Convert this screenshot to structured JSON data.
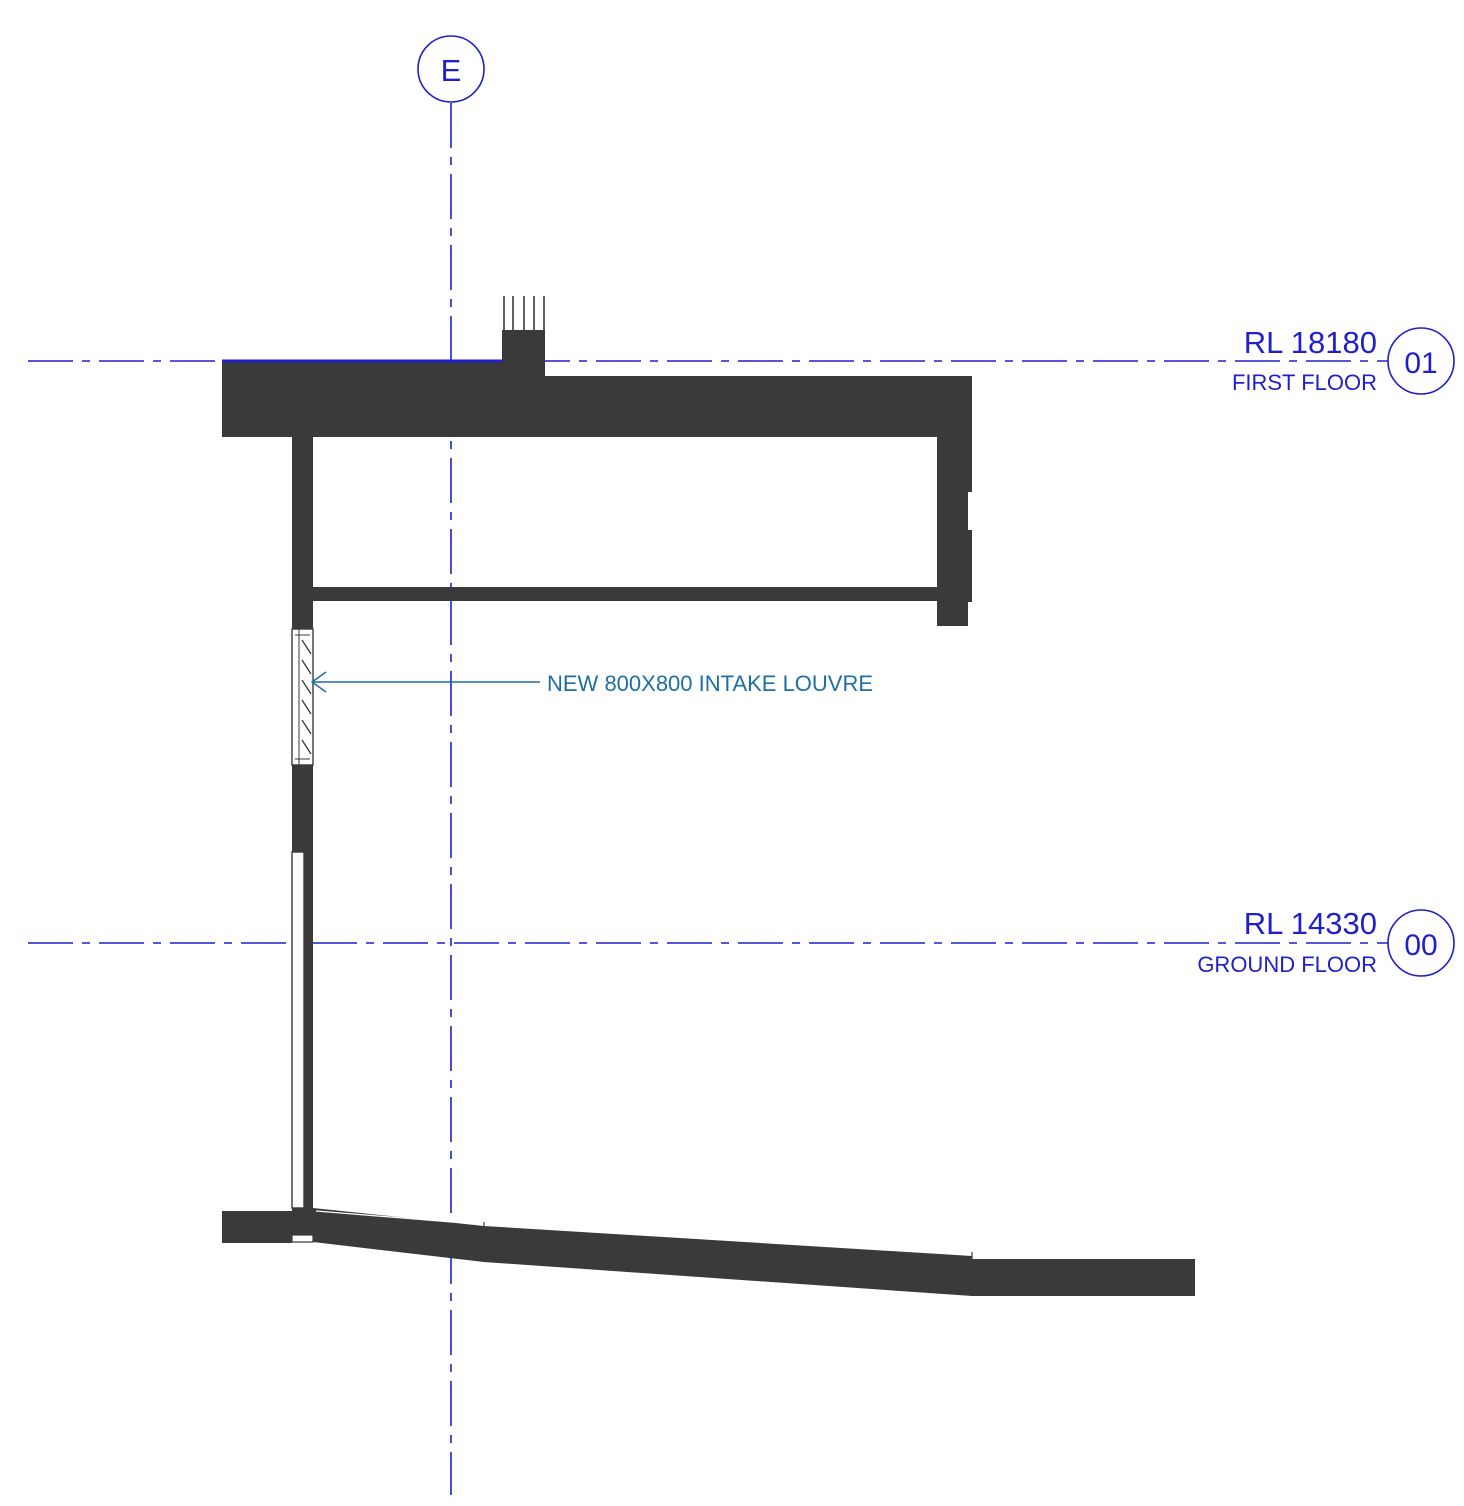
{
  "grid": {
    "label": "E"
  },
  "levels": [
    {
      "rl": "RL 18180",
      "name": "FIRST FLOOR",
      "tag": "01"
    },
    {
      "rl": "RL 14330",
      "name": "GROUND FLOOR",
      "tag": "00"
    }
  ],
  "annotation": {
    "text": "NEW 800X800 INTAKE LOUVRE"
  },
  "colors": {
    "datum": "#1f1fcc",
    "solid": "#3a3a3a",
    "annotation": "#1f6fa0"
  }
}
